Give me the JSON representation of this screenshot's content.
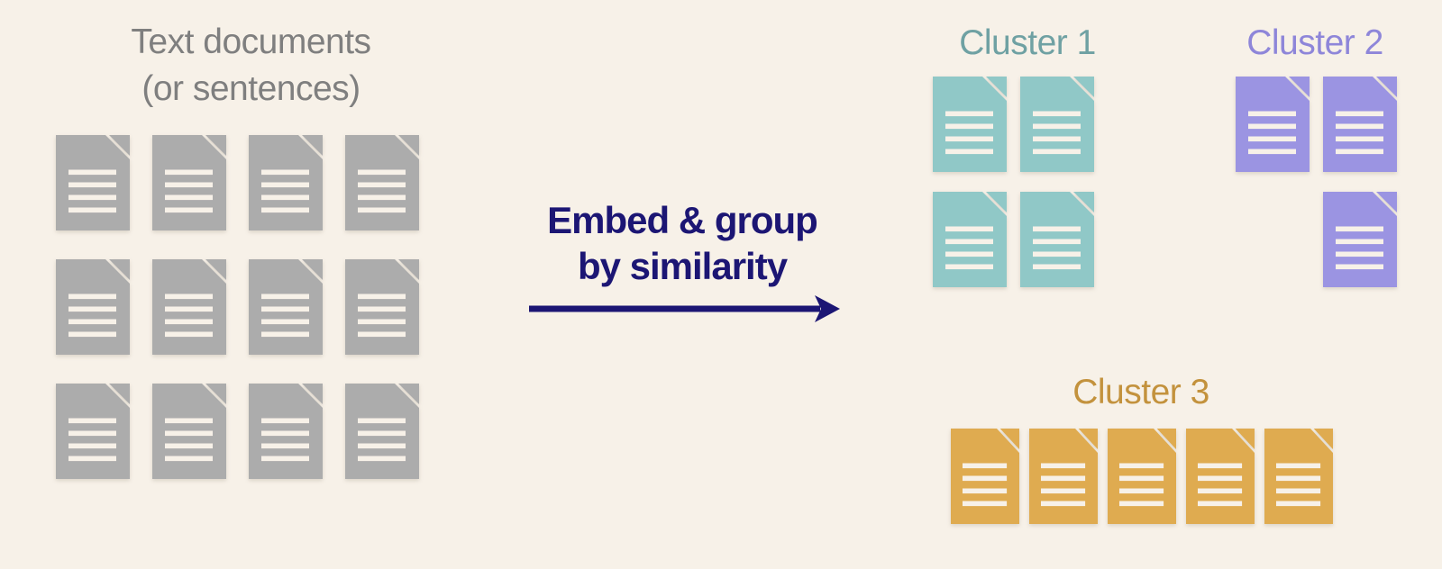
{
  "background": "#f7f1e8",
  "source": {
    "title_line1": "Text documents",
    "title_line2": "(or sentences)",
    "text_color": "#7f7f7f",
    "doc_color": "#acacac",
    "doc_count": 12
  },
  "transform": {
    "label_line1": "Embed & group",
    "label_line2": "by similarity",
    "color": "#1c1674",
    "arrow_icon": "arrow-right"
  },
  "clusters": [
    {
      "label": "Cluster 1",
      "label_color": "#6fa1a3",
      "doc_color": "#90c8c7",
      "doc_count": 4
    },
    {
      "label": "Cluster 2",
      "label_color": "#8e86d9",
      "doc_color": "#9b94e2",
      "doc_count": 3
    },
    {
      "label": "Cluster 3",
      "label_color": "#c3923d",
      "doc_color": "#dfab50",
      "doc_count": 5
    }
  ]
}
